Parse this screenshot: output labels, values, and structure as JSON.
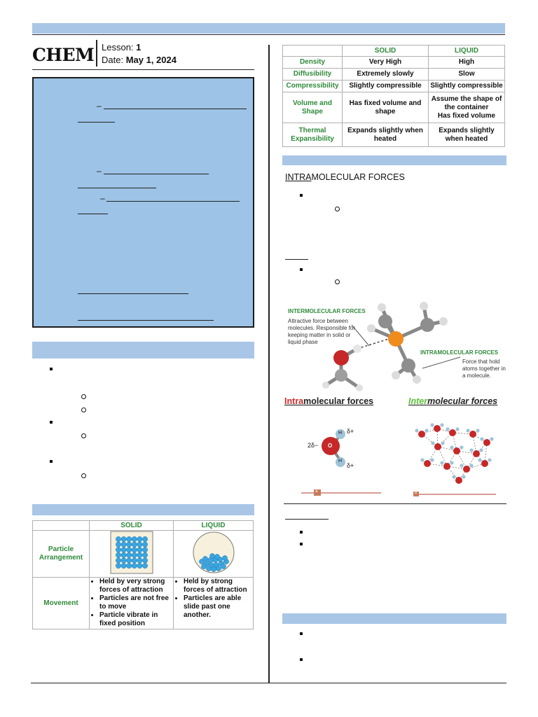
{
  "header": {
    "subject": "CHEM",
    "lesson_label": "Lesson:",
    "lesson_number": "1",
    "date_label": "Date:",
    "date_value": "May 1, 2024"
  },
  "solid_liquid_table": {
    "headers": [
      "",
      "SOLID",
      "LIQUID"
    ],
    "arrangement_label": "Particle Arrangement",
    "movement_label": "Movement",
    "solid_movement": [
      "Held by very strong forces of attraction",
      "Particles are not free to move",
      "Particle vibrate in fixed position"
    ],
    "liquid_movement": [
      "Held by strong forces of attraction",
      "Particles are able slide past one another."
    ]
  },
  "properties_table": {
    "headers": [
      "",
      "SOLID",
      "LIQUID"
    ],
    "rows": [
      {
        "label": "Density",
        "solid": "Very High",
        "liquid": "High"
      },
      {
        "label": "Diffusibility",
        "solid": "Extremely slowly",
        "liquid": "Slow"
      },
      {
        "label": "Compressibility",
        "solid": "Slightly compressible",
        "liquid": "Slightly compressible"
      },
      {
        "label": "Volume and Shape",
        "solid": "Has fixed volume and shape",
        "liquid": "Assume the shape of the container",
        "liquid2": "Has fixed volume"
      },
      {
        "label": "Thermal Expansibility",
        "solid": "Expands slightly when heated",
        "liquid": "Expands slightly when heated"
      }
    ]
  },
  "intramolecular_heading": {
    "underlined": "INTRA",
    "rest": "MOLECULAR FORCES"
  },
  "figure1": {
    "inter_title": "INTERMOLECULAR FORCES",
    "inter_desc": "Attractive force between molecules. Responsible for keeping matter in solid or liquid phase",
    "intra_title": "INTRAMOLECULAR FORCES",
    "intra_desc": "Force that hold atoms together in a molecule."
  },
  "figure2": {
    "left_title_colored": "Intra",
    "left_title_rest": "molecular forces",
    "right_title_colored": "Inter",
    "right_title_rest": "molecular forces",
    "charge_2": "2δ−",
    "charge_pos": "δ+",
    "atom_o": "O",
    "atom_h": "H",
    "panel_a": "a",
    "panel_b": "b"
  },
  "colors": {
    "accent_bar": "#a9c6e6",
    "table_header_green": "#2f8a3a",
    "intra_red": "#d42a2a",
    "inter_green": "#5cc03c"
  }
}
